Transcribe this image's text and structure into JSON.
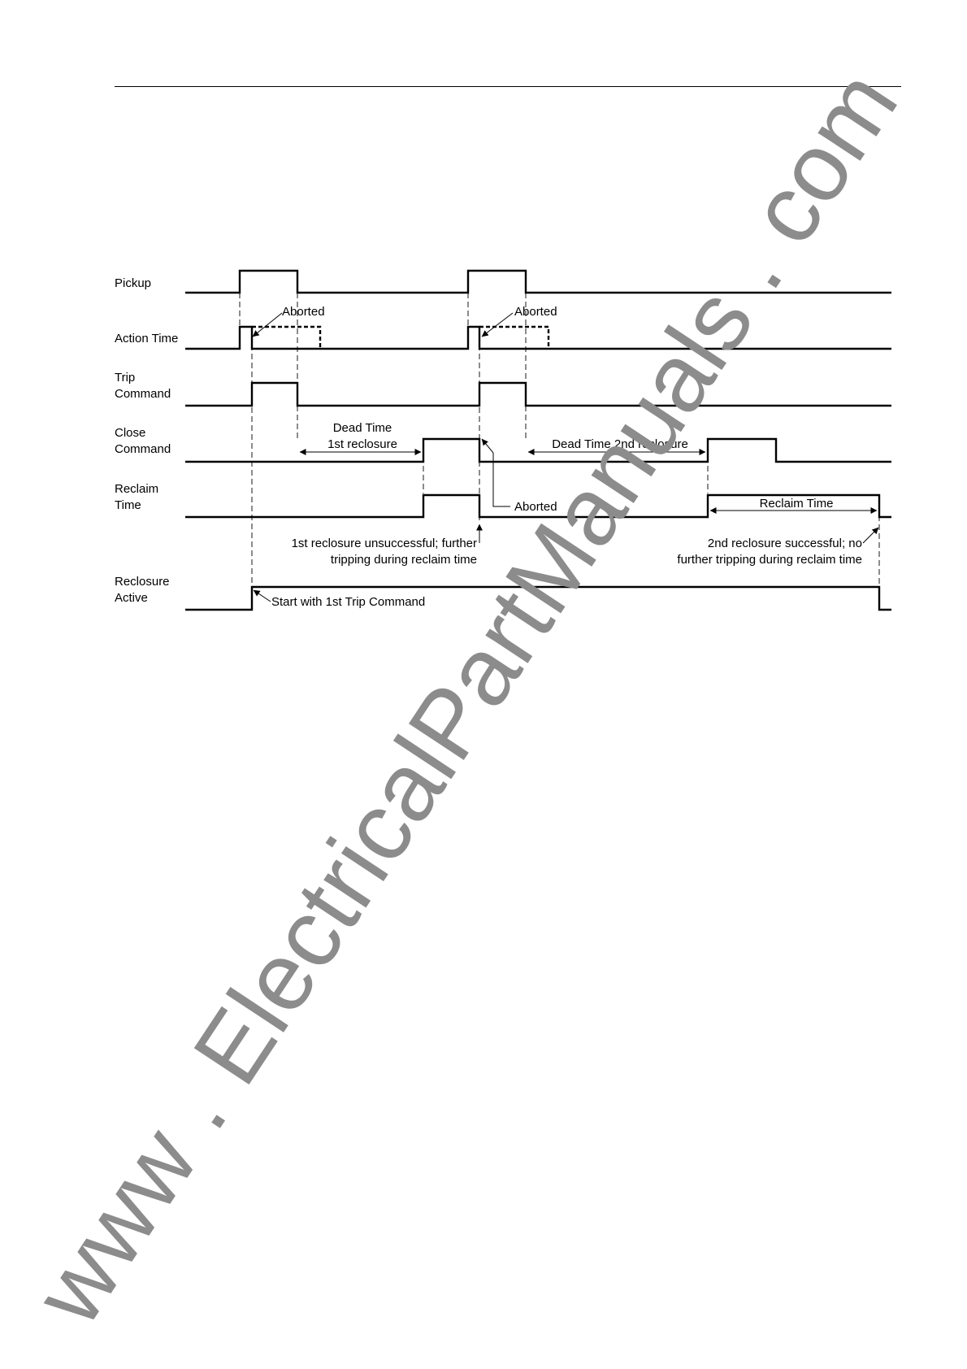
{
  "diagram": {
    "signals": [
      {
        "id": "pickup",
        "lines": [
          "Pickup"
        ]
      },
      {
        "id": "action",
        "lines": [
          "Action Time"
        ]
      },
      {
        "id": "trip",
        "lines": [
          "Trip",
          "Command"
        ]
      },
      {
        "id": "close",
        "lines": [
          "Close",
          "Command"
        ]
      },
      {
        "id": "reclaim",
        "lines": [
          "Reclaim",
          "Time"
        ]
      },
      {
        "id": "active",
        "lines": [
          "Reclosure",
          "Active"
        ]
      }
    ],
    "annotations": {
      "aborted_1": "Aborted",
      "aborted_2": "Aborted",
      "aborted_3": "Aborted",
      "dead_time_1_line1": "Dead Time",
      "dead_time_1_line2": "1st reclosure",
      "dead_time_2": "Dead Time 2nd reclosure",
      "reclaim_time": "Reclaim Time",
      "unsuccessful_line1": "1st reclosure unsuccessful; further",
      "unsuccessful_line2": "tripping during reclaim time",
      "successful_line1": "2nd reclosure successful; no",
      "successful_line2": "further tripping during reclaim time",
      "start_note": "Start with 1st Trip Command"
    }
  },
  "watermark": "www . ElectricalPartManuals . com"
}
